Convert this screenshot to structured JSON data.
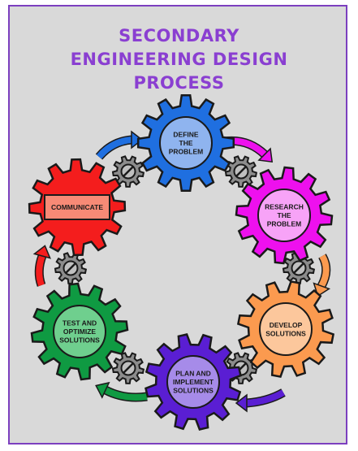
{
  "title_lines": [
    "SECONDARY",
    "ENGINEERING DESIGN",
    "PROCESS"
  ],
  "colors": {
    "title": "#8a3fd1",
    "frame_border": "#7c3fbf",
    "background": "#d9d9d9",
    "small_gear": "#8c8c8c"
  },
  "steps": [
    {
      "lines": [
        "DEFINE",
        "THE",
        "PROBLEM"
      ],
      "gear_color": "#1f6fe0",
      "inner_color": "#8fb4ef",
      "arrow_color": "#1f6fe0",
      "shape": "circle"
    },
    {
      "lines": [
        "RESEARCH",
        "THE",
        "PROBLEM"
      ],
      "gear_color": "#ee10ee",
      "inner_color": "#f7a3f7",
      "arrow_color": "#ee10ee",
      "shape": "circle"
    },
    {
      "lines": [
        "DEVELOP",
        "SOLUTIONS"
      ],
      "gear_color": "#fb9a4f",
      "inner_color": "#fcc79c",
      "arrow_color": "#fb9a4f",
      "shape": "circle"
    },
    {
      "lines": [
        "PLAN AND",
        "IMPLEMENT",
        "SOLUTIONS"
      ],
      "gear_color": "#5a1ed3",
      "inner_color": "#a68be9",
      "arrow_color": "#5a1ed3",
      "shape": "circle"
    },
    {
      "lines": [
        "TEST AND",
        "OPTIMIZE",
        "SOLUTIONS"
      ],
      "gear_color": "#0f9a42",
      "inner_color": "#6fcf8e",
      "arrow_color": "#0f9a42",
      "shape": "circle"
    },
    {
      "lines": [
        "COMMUNICATE"
      ],
      "gear_color": "#f41d1d",
      "inner_color": "#f78a76",
      "arrow_color": "#f41d1d",
      "shape": "rect"
    }
  ]
}
